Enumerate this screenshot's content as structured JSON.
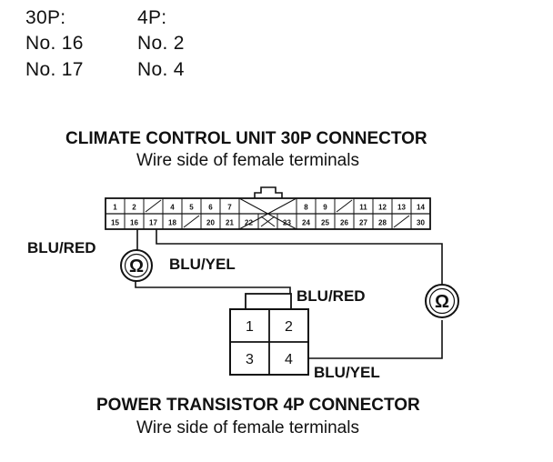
{
  "header": {
    "col1": {
      "title": "30P:",
      "rows": [
        "No. 16",
        "No. 17"
      ]
    },
    "col2": {
      "title": "4P:",
      "rows": [
        "No. 2",
        "No. 4"
      ]
    }
  },
  "ecu": {
    "title": "CLIMATE CONTROL UNIT 30P CONNECTOR",
    "subtitle": "Wire side of female terminals",
    "row1": [
      "1",
      "2",
      "",
      "4",
      "5",
      "6",
      "7",
      "",
      "",
      "",
      "8",
      "9",
      "",
      "11",
      "12",
      "13",
      "14"
    ],
    "row2": [
      "15",
      "16",
      "17",
      "18",
      "",
      "20",
      "21",
      "22",
      "",
      "23",
      "24",
      "25",
      "26",
      "27",
      "28",
      "",
      "30"
    ]
  },
  "wires": {
    "left_label": "BLU/RED",
    "middle_label": "BLU/YEL",
    "top_right_label": "BLU/RED",
    "bottom_right_label": "BLU/YEL",
    "ohm_symbol": "Ω"
  },
  "transistor": {
    "title": "POWER TRANSISTOR 4P CONNECTOR",
    "subtitle": "Wire side of female terminals",
    "pins": [
      "1",
      "2",
      "3",
      "4"
    ]
  },
  "colors": {
    "ink": "#111111",
    "background": "#ffffff"
  }
}
